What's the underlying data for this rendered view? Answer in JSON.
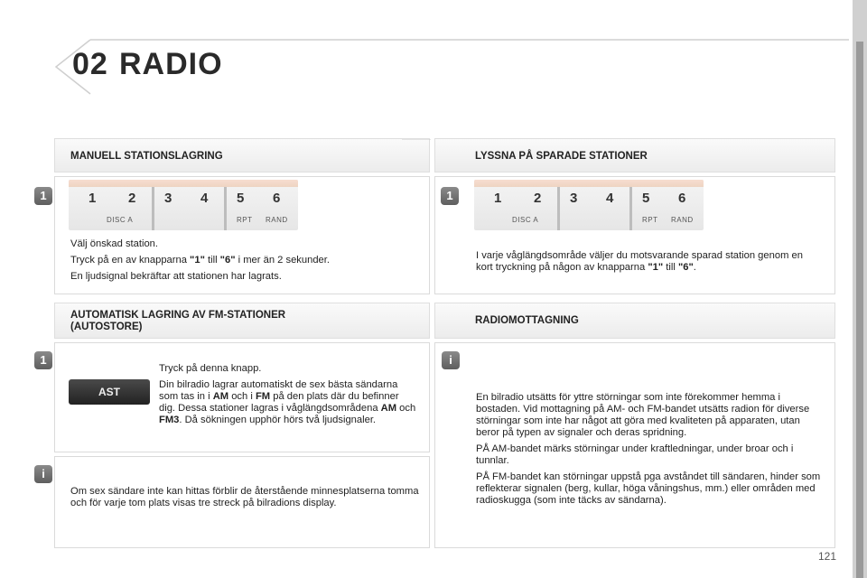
{
  "header": {
    "chapter": "02",
    "title": "RADIO"
  },
  "page_number": "121",
  "sections": {
    "manual": {
      "title": "MANUELL STATIONSLAGRING",
      "step": "1",
      "lines": [
        "Välj önskad station.",
        "Tryck på en av knapparna ",
        "\"1\"",
        " till ",
        "\"6\"",
        " i mer än 2 sekunder.",
        "En ljudsignal bekräftar att stationen har lagrats."
      ]
    },
    "listen": {
      "title": "LYSSNA PÅ SPARADE STATIONER",
      "step": "1",
      "text_a": "I varje våglängdsområde väljer du motsvarande sparad station genom en kort tryckning på någon av knapparna ",
      "key1": "\"1\"",
      "till": " till ",
      "key6": "\"6\"",
      "end": "."
    },
    "autostore": {
      "title_line1": "AUTOMATISK LAGRING AV FM-STATIONER",
      "title_line2": "(AUTOSTORE)",
      "step": "1",
      "button_label": "AST",
      "p1": "Tryck på denna knapp.",
      "p2a": "Din bilradio lagrar automatiskt de sex bästa sändarna som tas in i ",
      "am": "AM",
      "och": " och i ",
      "fm": "FM",
      "p2b": " på den plats där du befinner dig. Dessa stationer lagras i våglängdsområdena ",
      "am2": "AM",
      "och2": " och ",
      "fm3": "FM3",
      "p2c": ". Då sökningen upphör hörs två ljudsignaler."
    },
    "autostore_info": {
      "text": "Om sex sändare inte kan hittas förblir de återstående minnesplatserna tomma och för varje tom plats visas tre streck på bilradions display."
    },
    "reception": {
      "title": "RADIOMOTTAGNING",
      "p1": "En bilradio utsätts för yttre störningar som inte förekommer hemma i bostaden. Vid mottagning på AM- och FM-bandet utsätts radion för diverse störningar som inte har något att göra med kvaliteten på apparaten, utan beror på typen av signaler och deras spridning.",
      "p2": "PÅ AM-bandet märks störningar under kraftledningar, under broar och i tunnlar.",
      "p3": "PÅ FM-bandet kan störningar uppstå pga avståndet till sändaren, hinder som reflekterar signalen (berg, kullar, höga våningshus, mm.) eller områden med radioskugga (som inte täcks av sändarna)."
    }
  },
  "radio_panel": {
    "keys": [
      "1",
      "2",
      "3",
      "4",
      "5",
      "6"
    ],
    "sub_labels": [
      "DISC A",
      "RPT",
      "RAND"
    ]
  },
  "colors": {
    "badge": "#6e6e6e",
    "sidebar": "#9a9a9a"
  }
}
